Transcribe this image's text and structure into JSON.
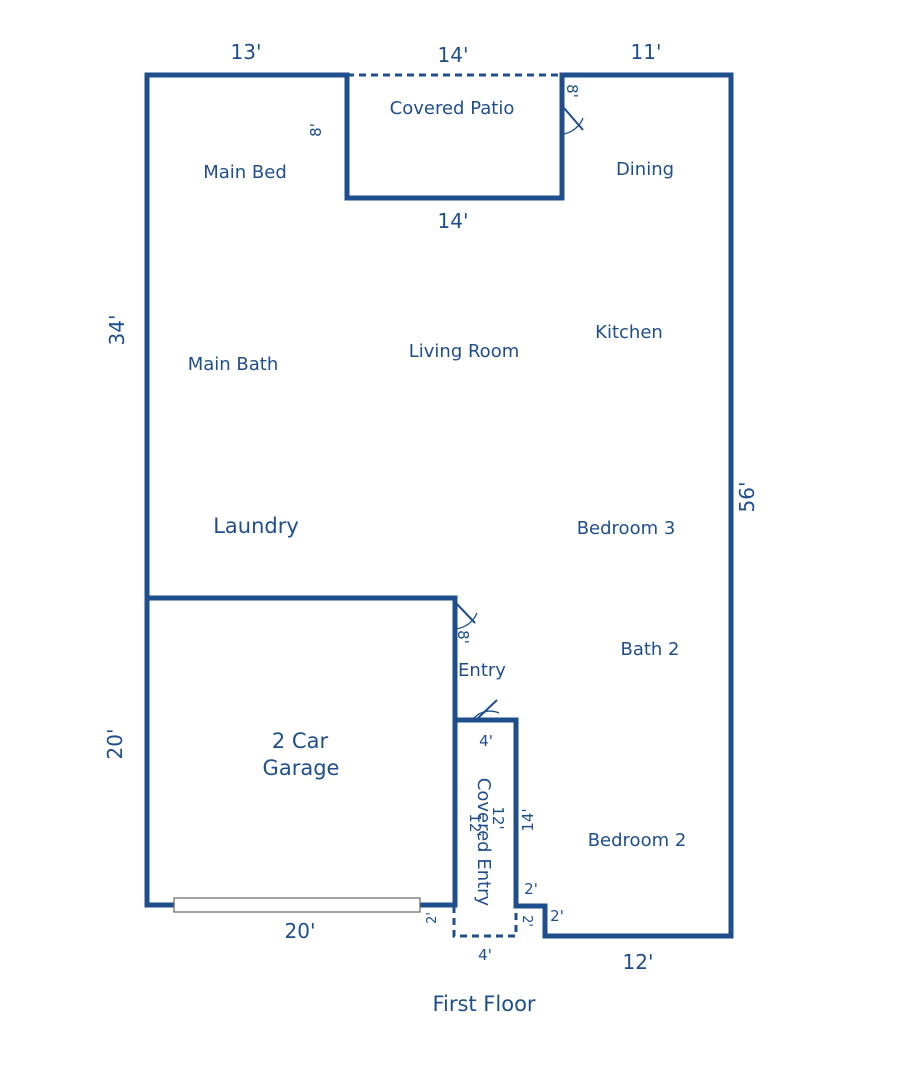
{
  "plan": {
    "caption": "First Floor",
    "rooms": {
      "main_bed": "Main Bed",
      "covered_patio": "Covered Patio",
      "dining": "Dining",
      "kitchen": "Kitchen",
      "living_room": "Living Room",
      "main_bath": "Main Bath",
      "laundry": "Laundry",
      "bedroom_3": "Bedroom 3",
      "bath_2": "Bath 2",
      "entry": "Entry",
      "garage_line1": "2 Car",
      "garage_line2": "Garage",
      "covered_entry": "Covered Entry",
      "bedroom_2": "Bedroom 2"
    },
    "dimensions": {
      "top_left": "13'",
      "top_patio": "14'",
      "top_right": "11'",
      "patio_bottom": "14'",
      "patio_depth_left": "8'",
      "patio_depth_right": "8'",
      "left_house": "34'",
      "right_side": "56'",
      "left_garage": "20'",
      "garage_bottom": "20'",
      "entry_side": "8'",
      "entry_top": "4'",
      "covered_entry_left": "12'",
      "covered_entry_inner": "12'",
      "covered_entry_right": "14'",
      "step_vertical": "2'",
      "step_horizontal": "2'",
      "porch_left": "2'",
      "porch_right": "2'",
      "porch_bottom": "4'",
      "bottom_right": "12'"
    }
  }
}
